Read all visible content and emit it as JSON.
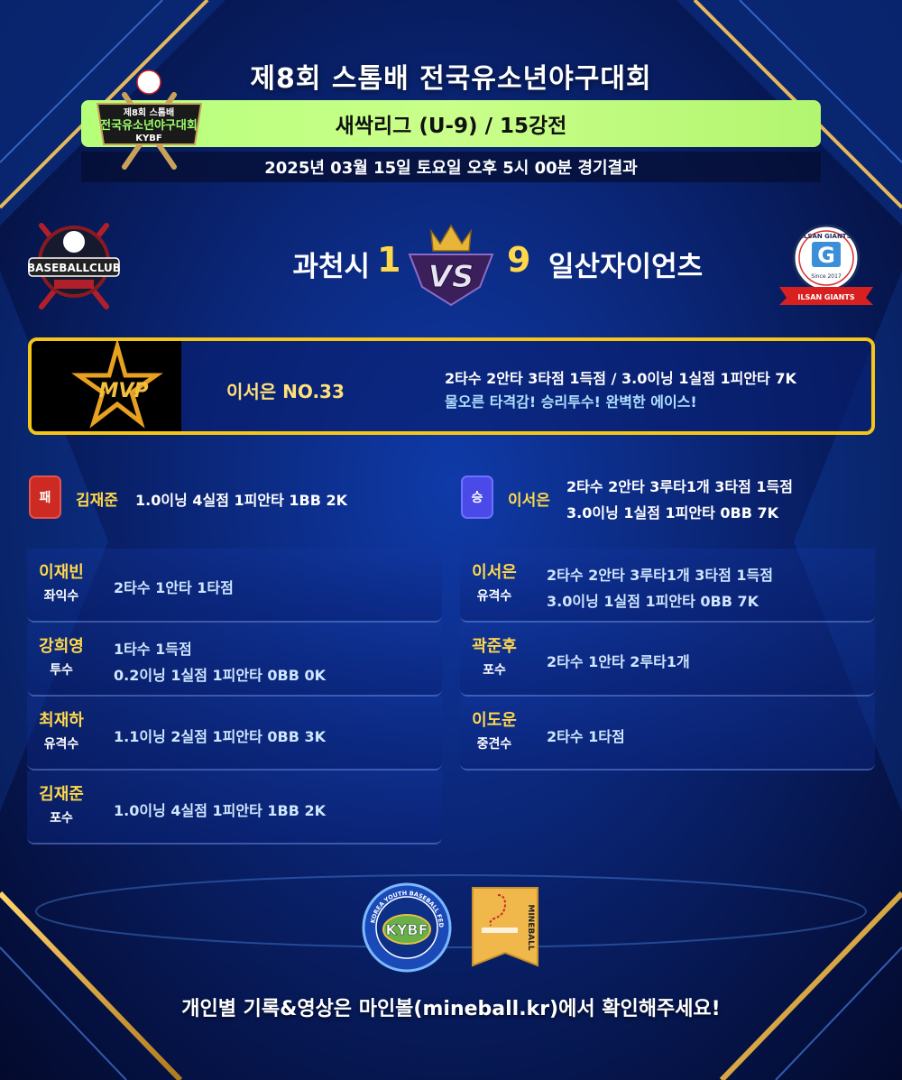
{
  "header": {
    "title": "제8회 스톰배 전국유소년야구대회",
    "league": "새싹리그 (U-9) / 15강전",
    "date": "2025년 03월 15일 토요일 오후 5시 00분 경기결과"
  },
  "tournament_logo": {
    "top_text": "제8회 스톰배",
    "name": "전국유소년야구대회",
    "org": "KYBF"
  },
  "match": {
    "team_left": {
      "name": "과천시",
      "score": "1",
      "logo_text": "BASEBALLCLUB"
    },
    "team_right": {
      "name": "일산자이언츠",
      "score": "9",
      "logo_top": "ILSAN GIANTS",
      "logo_since": "Since 2017",
      "logo_ribbon": "ILSAN GIANTS",
      "logo_letter": "G"
    },
    "vs_label": "VS"
  },
  "mvp": {
    "badge": "MVP",
    "name": "이서은 NO.33",
    "line1": "2타수 2안타 3타점 1득점 / 3.0이닝 1실점 1피안타 7K",
    "line2": "물오른 타격감! 승리투수! 완벽한 에이스!"
  },
  "pitchers": {
    "lose": {
      "badge": "패",
      "name": "김재준",
      "stat": "1.0이닝 4실점 1피안타 1BB 2K"
    },
    "win": {
      "badge": "승",
      "name": "이서은",
      "stat1": "2타수 2안타 3루타1개 3타점 1득점",
      "stat2": "3.0이닝 1실점 1피안타 0BB 7K"
    }
  },
  "left_players": [
    {
      "name": "이재빈",
      "pos": "좌익수",
      "stat1": "2타수 1안타 1타점",
      "stat2": ""
    },
    {
      "name": "강희영",
      "pos": "투수",
      "stat1": "1타수 1득점",
      "stat2": "0.2이닝 1실점 1피안타 0BB 0K"
    },
    {
      "name": "최재하",
      "pos": "유격수",
      "stat1": "1.1이닝 2실점 1피안타 0BB 3K",
      "stat2": ""
    },
    {
      "name": "김재준",
      "pos": "포수",
      "stat1": "1.0이닝 4실점 1피안타 1BB 2K",
      "stat2": ""
    }
  ],
  "right_players": [
    {
      "name": "이서은",
      "pos": "유격수",
      "stat1": "2타수 2안타 3루타1개 3타점 1득점",
      "stat2": "3.0이닝 1실점 1피안타 0BB 7K"
    },
    {
      "name": "곽준후",
      "pos": "포수",
      "stat1": "2타수 1안타 2루타1개",
      "stat2": ""
    },
    {
      "name": "이도운",
      "pos": "중견수",
      "stat1": "2타수 1타점",
      "stat2": ""
    }
  ],
  "footer": {
    "kybf_ring": "KOREA YOUTH BASEBALL FEDERATION",
    "kybf_center": "KYBF",
    "mineball_label": "MINEBALL",
    "text": "개인별 기록&영상은 마인볼(mineball.kr)에서 확인해주세요!"
  },
  "colors": {
    "accent_yellow": "#ffd84a",
    "league_green": "#b6ff7a",
    "mvp_border": "#f5c518",
    "lose_red": "#cc2a22",
    "win_blue": "#4a4ae8"
  }
}
